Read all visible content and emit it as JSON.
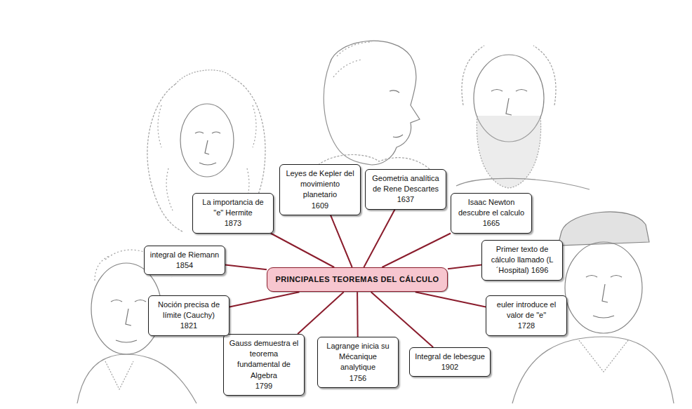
{
  "diagram": {
    "nodes": [
      {
        "text": [
          "PRINCIPALES TEOREMAS DEL CÁLCULO"
        ]
      },
      {
        "text": [
          "La importancia de \"e\" Hermite",
          "1873"
        ]
      },
      {
        "text": [
          "Leyes de Kepler del movimiento planetario",
          "1609"
        ]
      },
      {
        "text": [
          "Geometria analítica de Rene Descartes",
          "1637"
        ]
      },
      {
        "text": [
          "Isaac Newton descubre el calculo",
          "1665"
        ]
      },
      {
        "text": [
          "Primer texto de cálculo llamado (L´Hospital) 1696"
        ]
      },
      {
        "text": [
          "euler introduce el valor de \"e\"",
          "1728"
        ]
      },
      {
        "text": [
          "Integral de lebesgue",
          "1902"
        ]
      },
      {
        "text": [
          "Lagrange inicia su Mécanique analytique",
          "1756"
        ]
      },
      {
        "text": [
          "Gauss demuestra el teorema fundamental de Algebra",
          "1799"
        ]
      },
      {
        "text": [
          "Noción precisa de límite (Cauchy)",
          "1821"
        ]
      },
      {
        "text": [
          "integral de Riemann",
          "1854"
        ]
      }
    ],
    "edges": [
      {
        "from": 0,
        "to": 1,
        "arrow": "none"
      },
      {
        "from": 0,
        "to": 2,
        "arrow": "none"
      },
      {
        "from": 0,
        "to": 3,
        "arrow": "none"
      },
      {
        "from": 0,
        "to": 4,
        "arrow": "none"
      },
      {
        "from": 0,
        "to": 5,
        "arrow": "none"
      },
      {
        "from": 0,
        "to": 6,
        "arrow": "none"
      },
      {
        "from": 0,
        "to": 7,
        "arrow": "none"
      },
      {
        "from": 0,
        "to": 8,
        "arrow": "none"
      },
      {
        "from": 0,
        "to": 9,
        "arrow": "none"
      },
      {
        "from": 0,
        "to": 10,
        "arrow": "none"
      },
      {
        "from": 0,
        "to": 11,
        "arrow": "none"
      }
    ]
  }
}
